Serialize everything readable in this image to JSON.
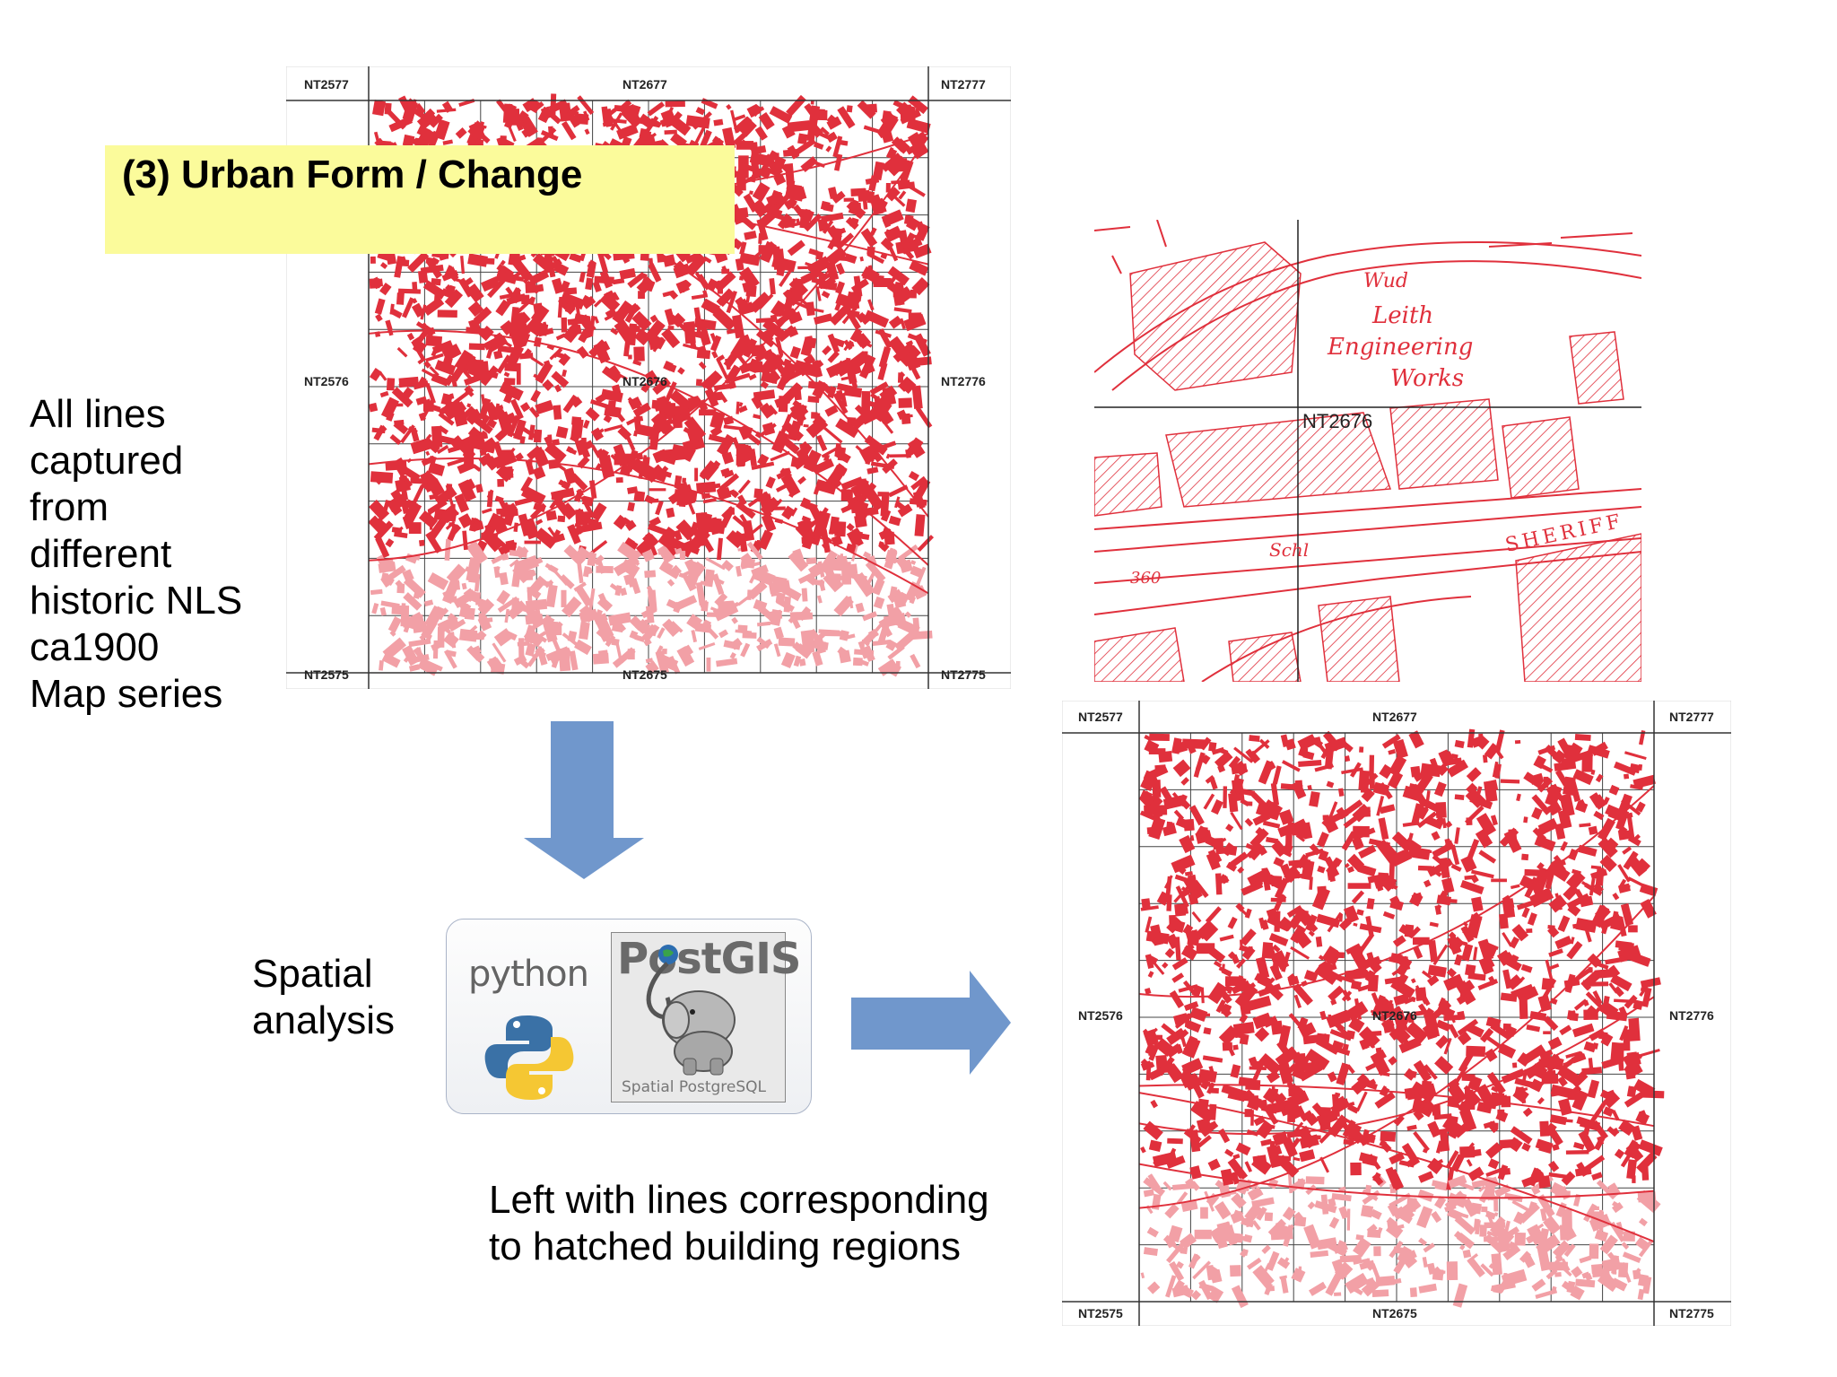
{
  "title": "(3) Urban Form / Change",
  "left_caption": [
    "All lines",
    "captured",
    "from",
    "different",
    "historic NLS",
    "ca1900",
    "Map series"
  ],
  "spatial_caption": [
    "Spatial",
    "analysis"
  ],
  "bottom_caption": [
    "Left with lines corresponding",
    "to hatched building regions"
  ],
  "tiles": {
    "top_left": "NT2577",
    "top_center": "NT2677",
    "top_right": "NT2777",
    "mid_left": "NT2576",
    "center": "NT2676",
    "mid_right": "NT2776",
    "bottom_left": "NT2575",
    "bottom_center": "NT2675",
    "bottom_right": "NT2775"
  },
  "detail_map": {
    "tile": "NT2676",
    "handwriting": [
      "Leith",
      "Engineering",
      "Works",
      "SHERIFF",
      "Wud",
      "Schl",
      "360"
    ]
  },
  "logos": {
    "python": "python",
    "postgis": "PostGIS",
    "postgis_subtitle": "Spatial PostgreSQL"
  },
  "colors": {
    "map_red": "#e0303c",
    "map_red_light": "#f2a0a6",
    "arrow_blue": "#7097cc",
    "title_yellow": "#fbfb9b"
  }
}
